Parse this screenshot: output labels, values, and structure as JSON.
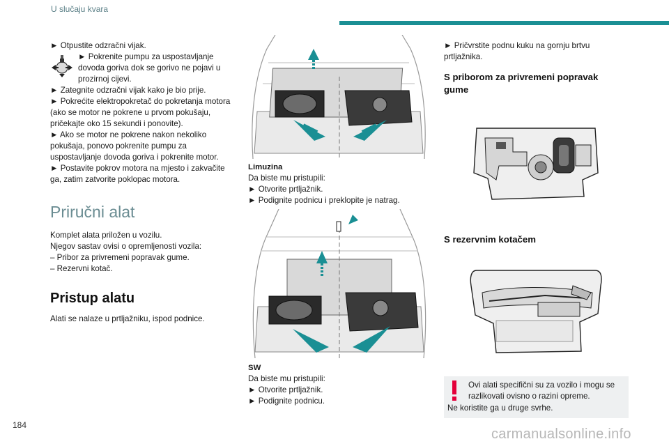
{
  "header": {
    "section_title": "U slučaju kvara"
  },
  "page_number": "184",
  "watermark": "carmanualsonline.info",
  "col1": {
    "line_loosen": "► Otpustite odzračni vijak.",
    "pump_text": "► Pokrenite pumpu za uspostavljanje dovoda goriva dok se gorivo ne pojavi u prozirnoj cijevi.",
    "line_tighten": "► Zategnite odzračni vijak kako je bio prije.",
    "line_start": "► Pokrećite elektropokretač do pokretanja motora (ako se motor ne pokrene u prvom pokušaju, pričekajte oko 15 sekundi i ponovite).",
    "line_retry": "► Ako se motor ne pokrene nakon nekoliko pokušaja, ponovo pokrenite pumpu za uspostavljanje dovoda goriva i pokrenite motor.",
    "line_cover": "► Postavite pokrov motora na mjesto i zakvačite ga, zatim zatvorite poklopac motora.",
    "section_tools": "Priručni alat",
    "tools_intro": "Komplet alata priložen u vozilu.",
    "tools_variant": "Njegov sastav ovisi o opremljenosti vozila:",
    "tools_item1": "– Pribor za privremeni popravak gume.",
    "tools_item2": "– Rezervni kotač.",
    "section_access": "Pristup alatu",
    "access_text": "Alati se nalaze u prtljažniku, ispod podnice."
  },
  "col2": {
    "limuzina_title": "Limuzina",
    "limuzina_intro": "Da biste mu pristupili:",
    "limuzina_step1": "► Otvorite prtljažnik.",
    "limuzina_step2": "► Podignite podnicu i preklopite je natrag.",
    "sw_title": "SW",
    "sw_intro": "Da biste mu pristupili:",
    "sw_step1": "► Otvorite prtljažnik.",
    "sw_step2": "► Podignite podnicu."
  },
  "col3": {
    "hook_text": "► Pričvrstite podnu kuku na gornju brtvu prtljažnika.",
    "repair_title": "S priborom za privremeni popravak gume",
    "spare_title": "S rezervnim kotačem",
    "warning_text1": "Ovi alati specifični su za vozilo i mogu se razlikovati ovisno o razini opreme.",
    "warning_text2": "Ne koristite ga u druge svrhe."
  },
  "colors": {
    "accent": "#1a8f94",
    "section_title": "#6a8c92",
    "warning": "#e4003a",
    "warning_bg": "#eef0f1"
  },
  "icons": [
    "fuel-pump-icon",
    "warning-exclamation-icon",
    "lift-arrow-icon"
  ]
}
